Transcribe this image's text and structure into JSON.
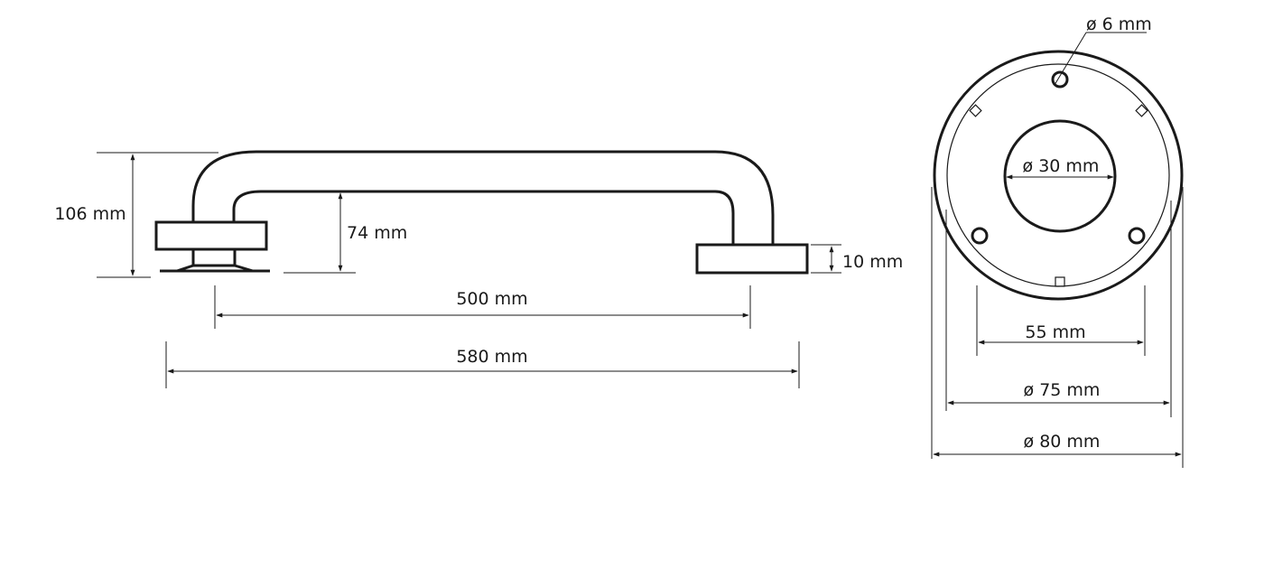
{
  "side_view": {
    "height_total": "106 mm",
    "height_inner": "74 mm",
    "flange_thickness": "10 mm",
    "center_distance": "500 mm",
    "overall_length": "580 mm"
  },
  "front_view": {
    "hole_diameter": "ø 6 mm",
    "tube_diameter": "ø 30 mm",
    "hole_spacing": "55 mm",
    "plate_diameter": "ø 75 mm",
    "rosette_diameter": "ø 80 mm"
  },
  "colors": {
    "line": "#1a1a1a",
    "background": "#ffffff"
  }
}
